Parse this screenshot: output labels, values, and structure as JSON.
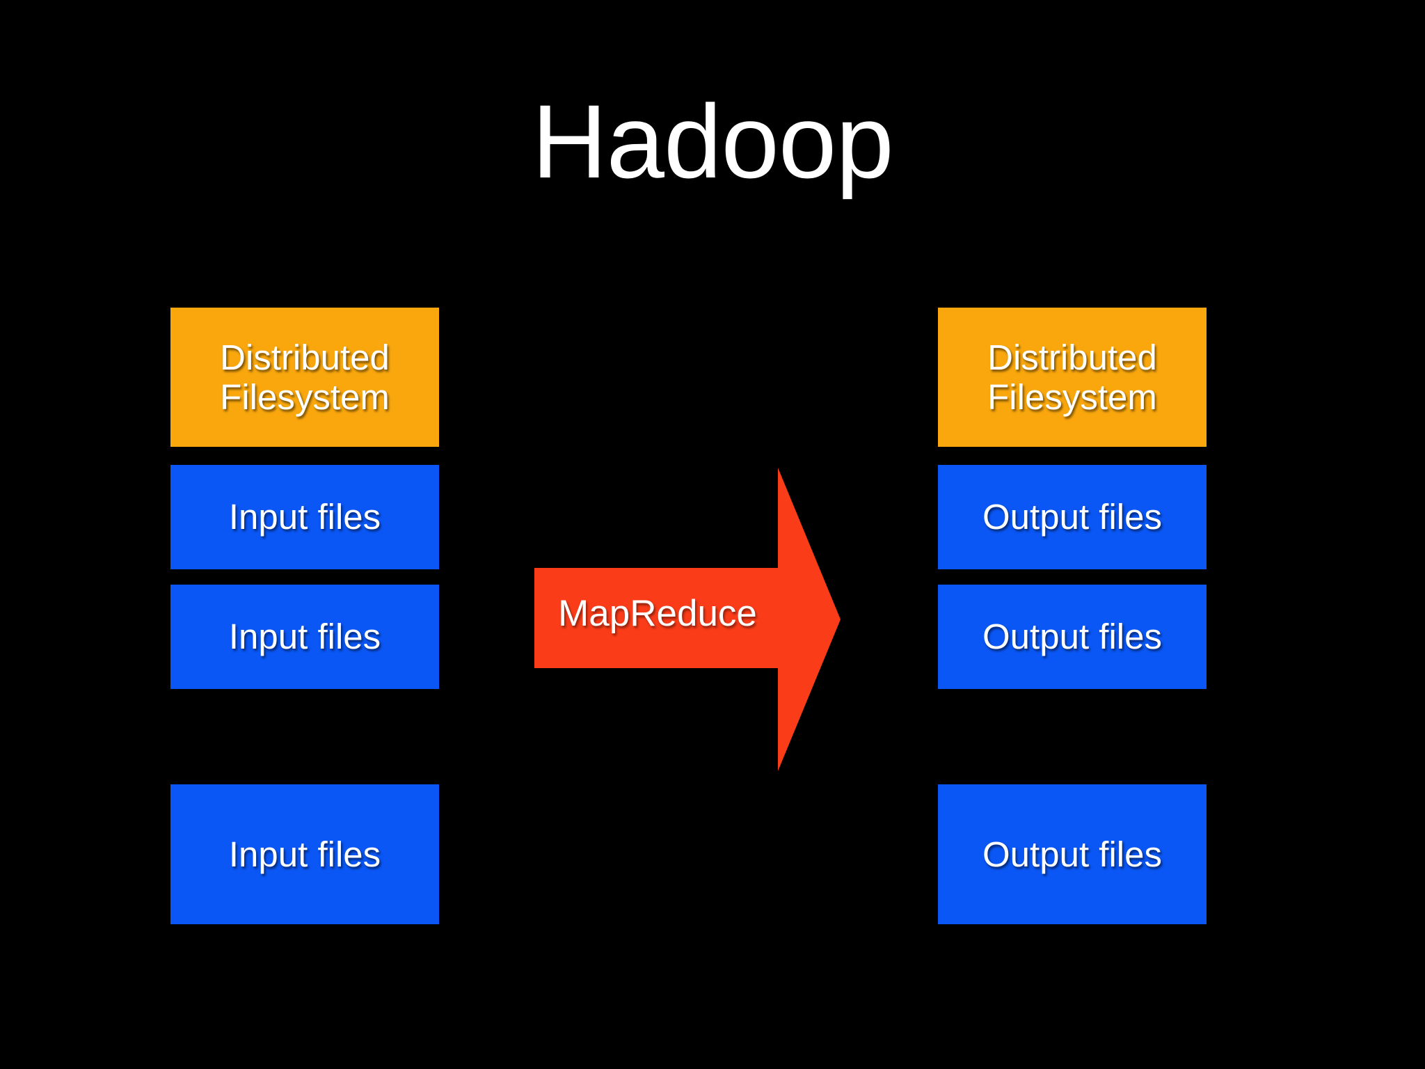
{
  "slide": {
    "title": "Hadoop",
    "background_color": "#000000"
  },
  "colors": {
    "background": "#000000",
    "title_text": "#ffffff",
    "dfs_box": "#f9a70d",
    "file_box": "#0a57f6",
    "arrow": "#fa3c19",
    "box_text": "#ffffff"
  },
  "diagram": {
    "left_column": {
      "dfs": {
        "label": "Distributed\nFilesystem"
      },
      "files": [
        {
          "label": "Input files"
        },
        {
          "label": "Input files"
        },
        {
          "label": "Input files"
        }
      ]
    },
    "right_column": {
      "dfs": {
        "label": "Distributed\nFilesystem"
      },
      "files": [
        {
          "label": "Output files"
        },
        {
          "label": "Output files"
        },
        {
          "label": "Output files"
        }
      ]
    },
    "arrow": {
      "label": "MapReduce",
      "direction": "right",
      "icon": "right-arrow-icon"
    }
  }
}
